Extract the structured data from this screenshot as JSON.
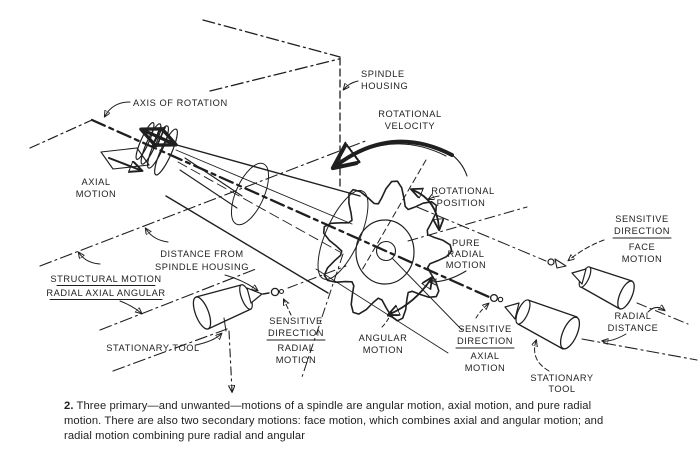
{
  "colors": {
    "ink": "#1f1f1f",
    "paper": "#ffffff"
  },
  "figure": {
    "labels": {
      "axis_of_rotation": {
        "l1": "AXIS OF ROTATION"
      },
      "spindle_housing": {
        "l1": "SPINDLE",
        "l2": "HOUSING"
      },
      "rotational_velocity": {
        "l1": "ROTATIONAL",
        "l2": "VELOCITY"
      },
      "rotational_position": {
        "l1": "ROTATIONAL",
        "l2": "POSITION"
      },
      "axial_motion": {
        "l1": "AXIAL",
        "l2": "MOTION"
      },
      "distance_from_spindle_housing": {
        "l1": "DISTANCE FROM",
        "l2": "SPINDLE HOUSING"
      },
      "structural_motion": {
        "l1": "STRUCTURAL MOTION",
        "l2": "RADIAL AXIAL ANGULAR"
      },
      "stationary_tool_left": {
        "l1": "STATIONARY TOOL"
      },
      "sensitive_direction_radial": {
        "l1": "SENSITIVE",
        "l2": "DIRECTION",
        "l3": "RADIAL",
        "l4": "MOTION"
      },
      "angular_motion": {
        "l1": "ANGULAR",
        "l2": "MOTION"
      },
      "pure_radial_motion": {
        "l1": "PURE",
        "l2": "RADIAL",
        "l3": "MOTION"
      },
      "sensitive_direction_axial": {
        "l1": "SENSITIVE",
        "l2": "DIRECTION",
        "l3": "AXIAL",
        "l4": "MOTION"
      },
      "sensitive_direction_face": {
        "l1": "SENSITIVE",
        "l2": "DIRECTION",
        "l3": "FACE",
        "l4": "MOTION"
      },
      "radial_distance": {
        "l1": "RADIAL",
        "l2": "DISTANCE"
      },
      "stationary_tool_right": {
        "l1": "STATIONARY",
        "l2": "TOOL"
      }
    },
    "caption": {
      "number": "2.",
      "text": "Three primary—and unwanted—motions of a spindle are angular motion, axial motion, and pure radial motion. There are also two secondary motions: face motion, which combines axial and angular motion; and radial motion combining pure radial and angular"
    }
  }
}
